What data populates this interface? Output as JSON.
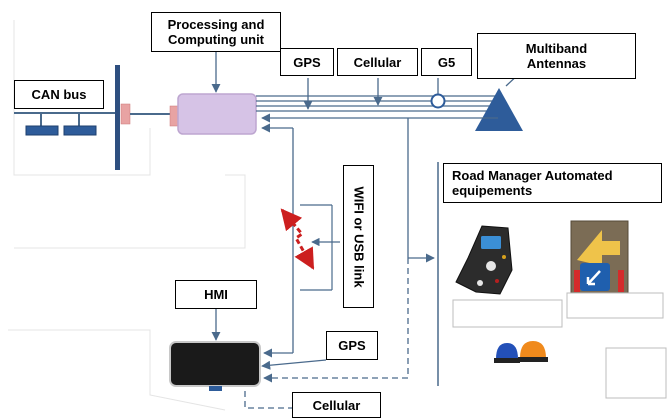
{
  "diagram": {
    "labels": {
      "processing_unit": "Processing and\nComputing unit",
      "can_bus": "CAN bus",
      "gps_top": "GPS",
      "cellular_top": "Cellular",
      "g5": "G5",
      "multiband_antennas": "Multiband\nAntennas",
      "road_manager": "Road Manager Automated\nequipements",
      "wifi_usb_link": "WIFI or USB link",
      "hmi": "HMI",
      "gps_bottom": "GPS",
      "cellular_bottom": "Cellular"
    },
    "colors": {
      "line": "#4a6a8c",
      "bus_bar": "#2e4f80",
      "processing_unit_fill": "#d6c3e6",
      "hmi_fill": "#1a1a1a",
      "antenna": "#2e5c9a",
      "connector": "#e8a3a3",
      "wireless": "#cc1f1f"
    }
  }
}
